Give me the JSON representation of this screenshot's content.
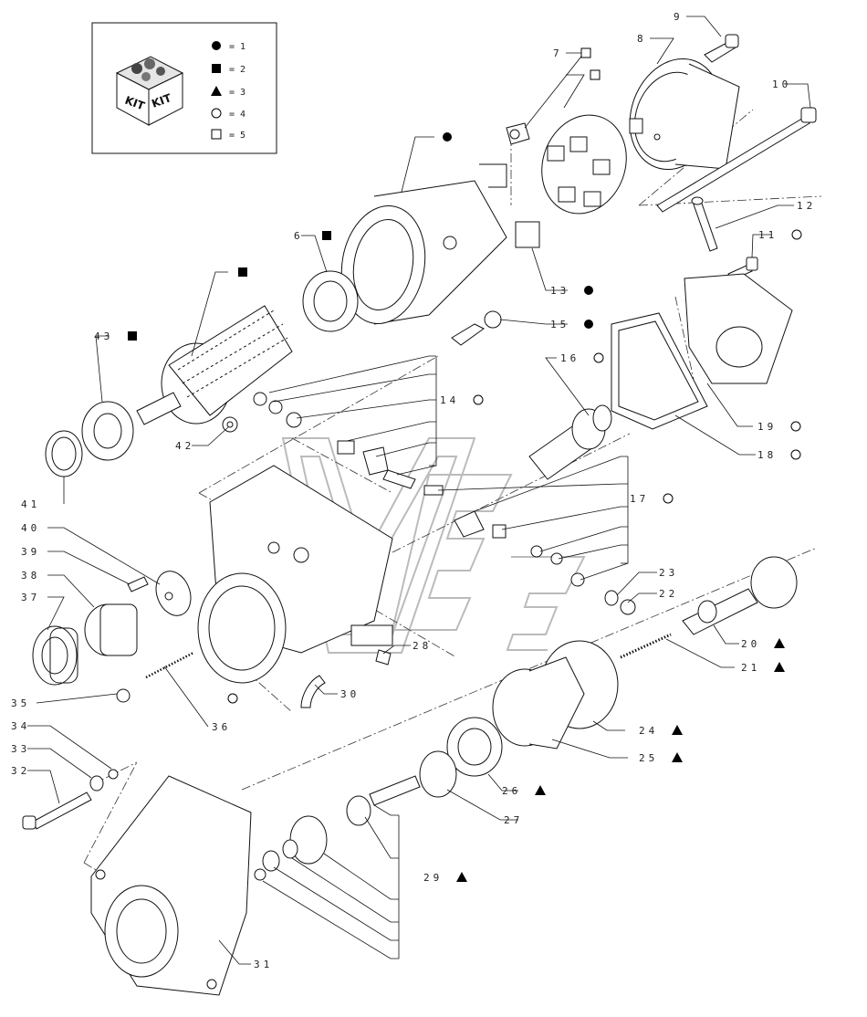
{
  "legend": {
    "kit_box_text": [
      "KIT",
      "KIT"
    ],
    "entries": [
      {
        "symbol": "filled-circle",
        "label": "= 1"
      },
      {
        "symbol": "filled-square",
        "label": "= 2"
      },
      {
        "symbol": "filled-triangle",
        "label": "= 3"
      },
      {
        "symbol": "open-circle",
        "label": "= 4"
      },
      {
        "symbol": "open-square",
        "label": "= 5"
      }
    ]
  },
  "callouts": [
    {
      "id": "p9",
      "text": "9",
      "symbol": null
    },
    {
      "id": "p8",
      "text": "8",
      "symbol": null
    },
    {
      "id": "p7",
      "text": "7",
      "symbol": "open-square"
    },
    {
      "id": "p10",
      "text": "10",
      "symbol": null
    },
    {
      "id": "p12",
      "text": "12",
      "symbol": null
    },
    {
      "id": "p11",
      "text": "11",
      "symbol": "open-circle"
    },
    {
      "id": "p13",
      "text": "13",
      "symbol": "filled-circle"
    },
    {
      "id": "p15",
      "text": "15",
      "symbol": "filled-circle"
    },
    {
      "id": "p16",
      "text": "16",
      "symbol": "open-circle"
    },
    {
      "id": "p14",
      "text": "14",
      "symbol": "open-circle"
    },
    {
      "id": "p6",
      "text": "6",
      "symbol": "filled-square"
    },
    {
      "id": "p43",
      "text": "43",
      "symbol": "filled-square"
    },
    {
      "id": "p42",
      "text": "42",
      "symbol": null
    },
    {
      "id": "p41",
      "text": "41",
      "symbol": null
    },
    {
      "id": "p40",
      "text": "40",
      "symbol": null
    },
    {
      "id": "p39",
      "text": "39",
      "symbol": null
    },
    {
      "id": "p38",
      "text": "38",
      "symbol": null
    },
    {
      "id": "p37",
      "text": "37",
      "symbol": null
    },
    {
      "id": "p35",
      "text": "35",
      "symbol": null
    },
    {
      "id": "p36",
      "text": "36",
      "symbol": null
    },
    {
      "id": "p34",
      "text": "34",
      "symbol": null
    },
    {
      "id": "p33",
      "text": "33",
      "symbol": null
    },
    {
      "id": "p32",
      "text": "32",
      "symbol": null
    },
    {
      "id": "p31",
      "text": "31",
      "symbol": null
    },
    {
      "id": "p30",
      "text": "30",
      "symbol": null
    },
    {
      "id": "p28",
      "text": "28",
      "symbol": null
    },
    {
      "id": "p29",
      "text": "29",
      "symbol": "filled-triangle"
    },
    {
      "id": "p27",
      "text": "27",
      "symbol": null
    },
    {
      "id": "p26",
      "text": "26",
      "symbol": "filled-triangle"
    },
    {
      "id": "p25",
      "text": "25",
      "symbol": "filled-triangle"
    },
    {
      "id": "p24",
      "text": "24",
      "symbol": "filled-triangle"
    },
    {
      "id": "p21",
      "text": "21",
      "symbol": "filled-triangle"
    },
    {
      "id": "p20",
      "text": "20",
      "symbol": "filled-triangle"
    },
    {
      "id": "p22",
      "text": "22",
      "symbol": null
    },
    {
      "id": "p23",
      "text": "23",
      "symbol": null
    },
    {
      "id": "p17",
      "text": "17",
      "symbol": "open-circle"
    },
    {
      "id": "p18",
      "text": "18",
      "symbol": "open-circle"
    },
    {
      "id": "p19",
      "text": "19",
      "symbol": "open-circle"
    }
  ],
  "standalone_symbols": [
    {
      "id": "sym-solenoid",
      "symbol": "filled-circle"
    },
    {
      "id": "sym-brushplate",
      "symbol": "open-square"
    },
    {
      "id": "sym-armature",
      "symbol": "filled-square"
    },
    {
      "id": "sym-housing",
      "symbol": "open-circle"
    }
  ]
}
